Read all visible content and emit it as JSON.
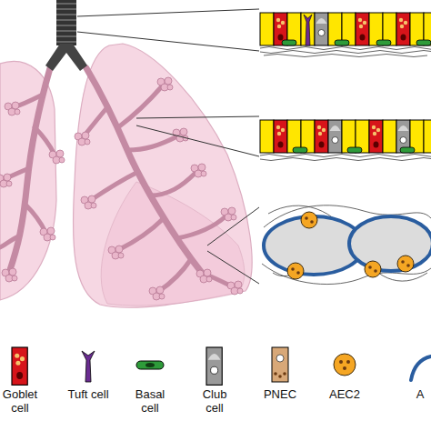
{
  "diagram": {
    "legend": [
      {
        "text": "Goblet cell"
      },
      {
        "text": "Tuft cell"
      },
      {
        "text": "Basal cell"
      },
      {
        "text": "Club cell"
      },
      {
        "text": "PNEC"
      },
      {
        "text": "AEC2"
      },
      {
        "text": "A"
      }
    ]
  }
}
